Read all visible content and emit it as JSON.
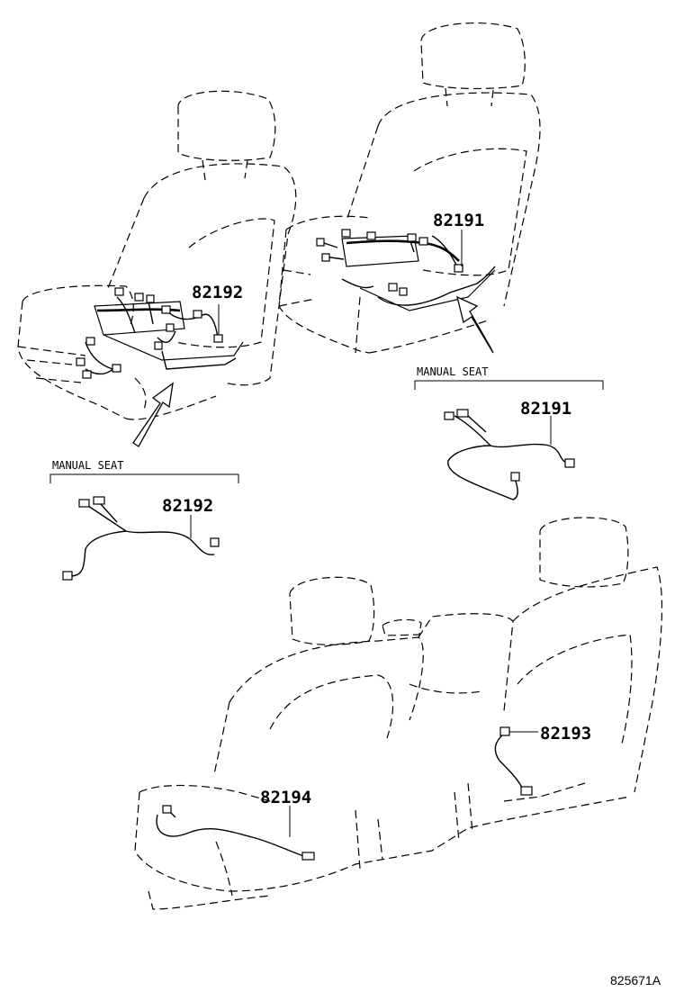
{
  "labels": {
    "harness_front_left": "82192",
    "harness_front_right": "82191",
    "harness_manual_right": "82191",
    "harness_manual_left": "82192",
    "harness_rear_right": "82193",
    "harness_rear_left": "82194"
  },
  "captions": {
    "manual_seat_right": "MANUAL SEAT",
    "manual_seat_left": "MANUAL SEAT"
  },
  "reference_code": "825671A"
}
